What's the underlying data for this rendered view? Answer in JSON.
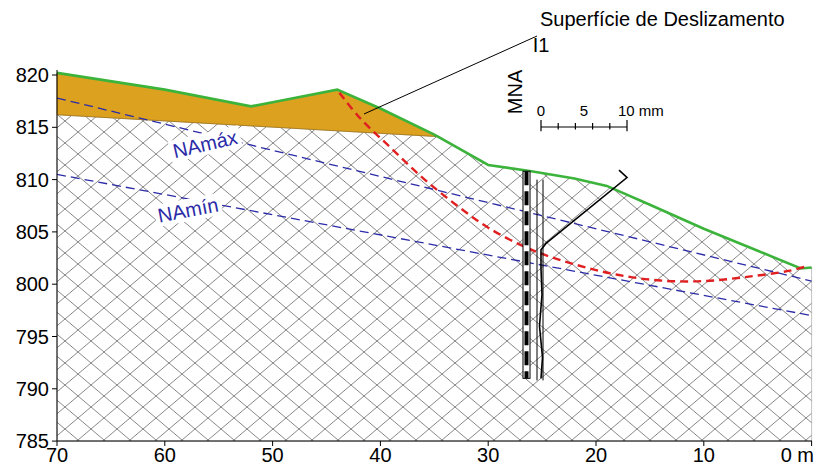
{
  "diagram": {
    "labels": [
      "Superfície de Deslizamento",
      "I1",
      "0",
      "5",
      "10 mm",
      "MNA",
      "NAmáx",
      "NAmín",
      "820",
      "815",
      "810",
      "805",
      "800",
      "795",
      "790",
      "785",
      "70",
      "60",
      "50",
      "40",
      "30",
      "20",
      "10",
      "0 m"
    ]
  }
}
